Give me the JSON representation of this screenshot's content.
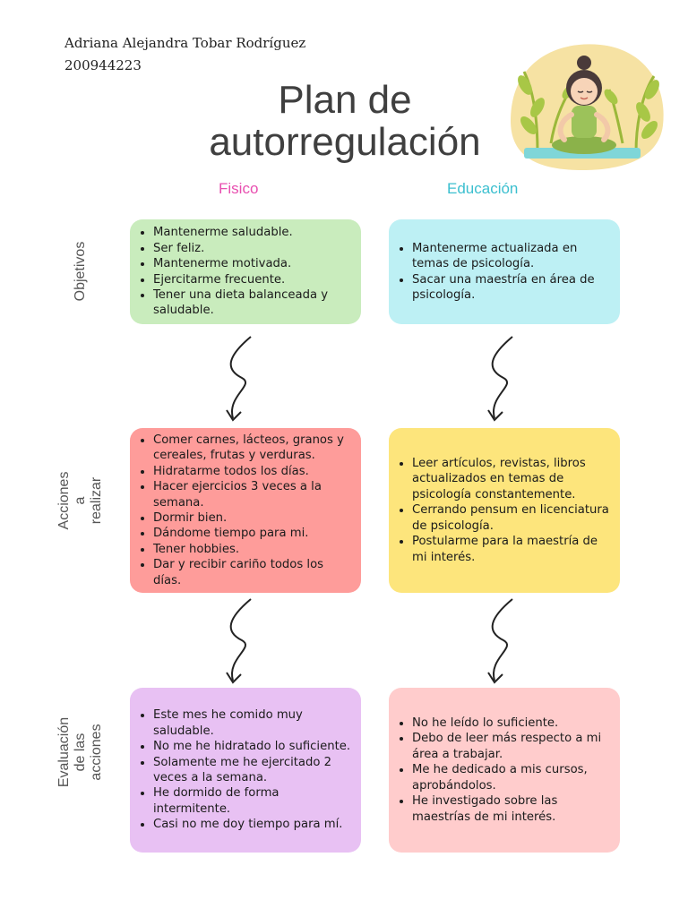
{
  "author": {
    "name": "Adriana Alejandra Tobar Rodríguez",
    "id": "200944223"
  },
  "title": {
    "line1": "Plan de",
    "line2": "autorregulación"
  },
  "columns": {
    "fisico": "Fisico",
    "educacion": "Educación"
  },
  "rows": {
    "objetivos": "Objetivos",
    "acciones": [
      "Acciones",
      "a",
      "realizar"
    ],
    "evaluacion": [
      "Evaluación",
      "de las",
      "acciones"
    ]
  },
  "boxes": {
    "objetivos_fisico": [
      "Mantenerme saludable.",
      "Ser feliz.",
      "Mantenerme motivada.",
      "Ejercitarme frecuente.",
      "Tener una dieta balanceada y saludable."
    ],
    "objetivos_educacion": [
      "Mantenerme actualizada en temas de psicología.",
      "Sacar una maestría en área de psicología."
    ],
    "acciones_fisico": [
      "Comer carnes, lácteos, granos y cereales, frutas y verduras.",
      "Hidratarme todos los días.",
      " Hacer ejercicios 3 veces a la semana.",
      "Dormir bien.",
      "Dándome tiempo para mi.",
      "Tener hobbies.",
      "Dar y recibir cariño todos los días."
    ],
    "acciones_educacion": [
      "Leer artículos, revistas, libros actualizados en temas de psicología constantemente.",
      "Cerrando pensum en licenciatura de psicología.",
      "Postularme para la maestría de mi interés."
    ],
    "evaluacion_fisico": [
      "Este mes he comido muy saludable.",
      "No me he hidratado lo suficiente.",
      "Solamente me he ejercitado 2 veces a la semana.",
      "He dormido de forma intermitente.",
      "Casi no me doy tiempo para mí."
    ],
    "evaluacion_educacion": [
      "No he leído lo suficiente.",
      "Debo de leer más respecto a mi área a trabajar.",
      "Me he dedicado a mis cursos, aprobándolos.",
      "He investigado sobre las maestrías de mi interés."
    ]
  },
  "colors": {
    "fisico_header": "#e84fb0",
    "educacion_header": "#3bbfcf"
  },
  "icons": {
    "illustration": "meditating-girl-illustration",
    "arrow": "squiggle-arrow-down-icon"
  }
}
